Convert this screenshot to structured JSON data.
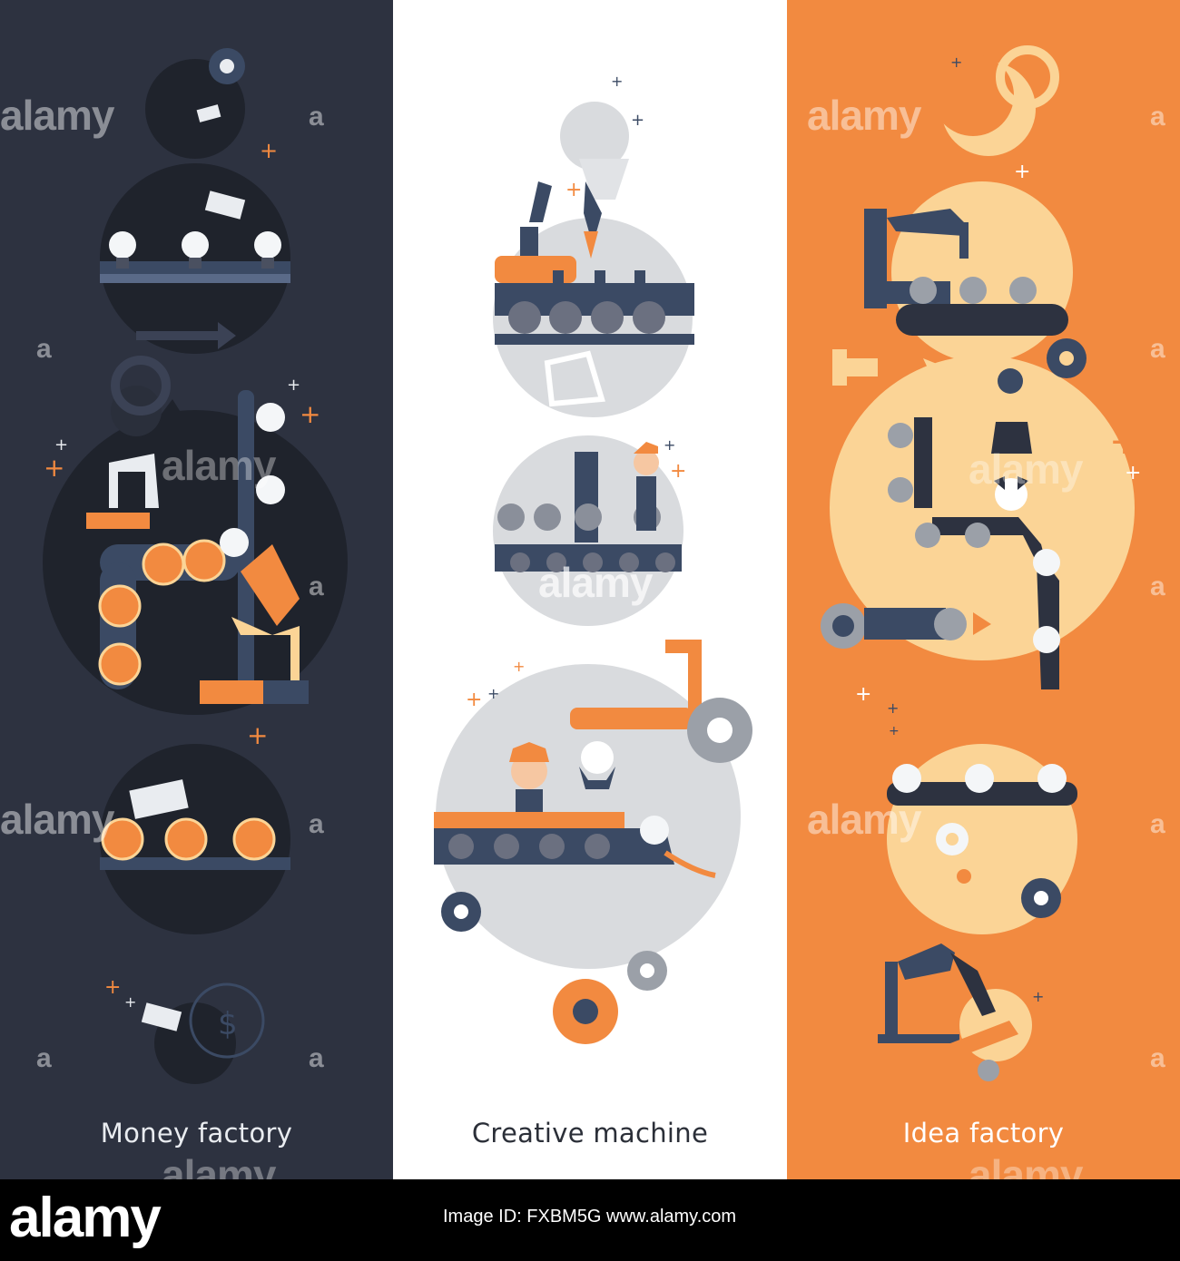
{
  "panels": [
    {
      "title": "Money factory"
    },
    {
      "title": "Creative machine"
    },
    {
      "title": "Idea factory"
    }
  ],
  "watermark": {
    "text": "alamy",
    "letter": "a"
  },
  "footer": {
    "logo": "alamy",
    "image_info": "Image ID: FXBM5G  www.alamy.com"
  },
  "colors": {
    "dark_panel": "#2d3240",
    "white_panel": "#ffffff",
    "orange_panel": "#f28a40",
    "accent_orange": "#f28a40",
    "cream": "#fbd496",
    "navy": "#3b4a64"
  }
}
